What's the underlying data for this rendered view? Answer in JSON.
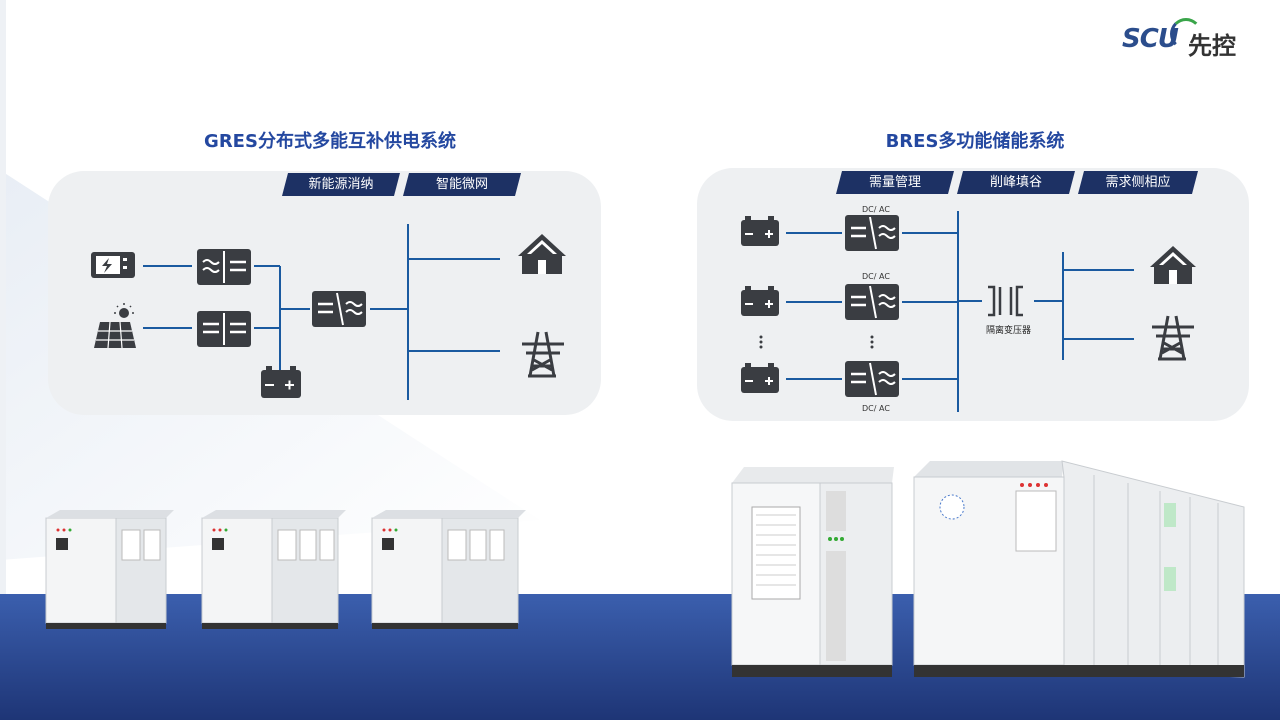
{
  "brand": {
    "logo_latin": "SCU",
    "logo_cn": "先控"
  },
  "left": {
    "title": "GRES分布式多能互补供电系统",
    "tags": [
      "新能源消纳",
      "智能微网"
    ]
  },
  "right": {
    "title": "BRES多功能储能系统",
    "tags": [
      "需量管理",
      "削峰填谷",
      "需求侧相应"
    ],
    "dcac_label": "DC/ AC",
    "transformer_label": "隔离变压器"
  },
  "colors": {
    "accent": "#2448a0",
    "tag_bg": "#1d3164",
    "line": "#1a5aa0",
    "icon": "#3a3d42",
    "band": "#2d4fa0"
  }
}
